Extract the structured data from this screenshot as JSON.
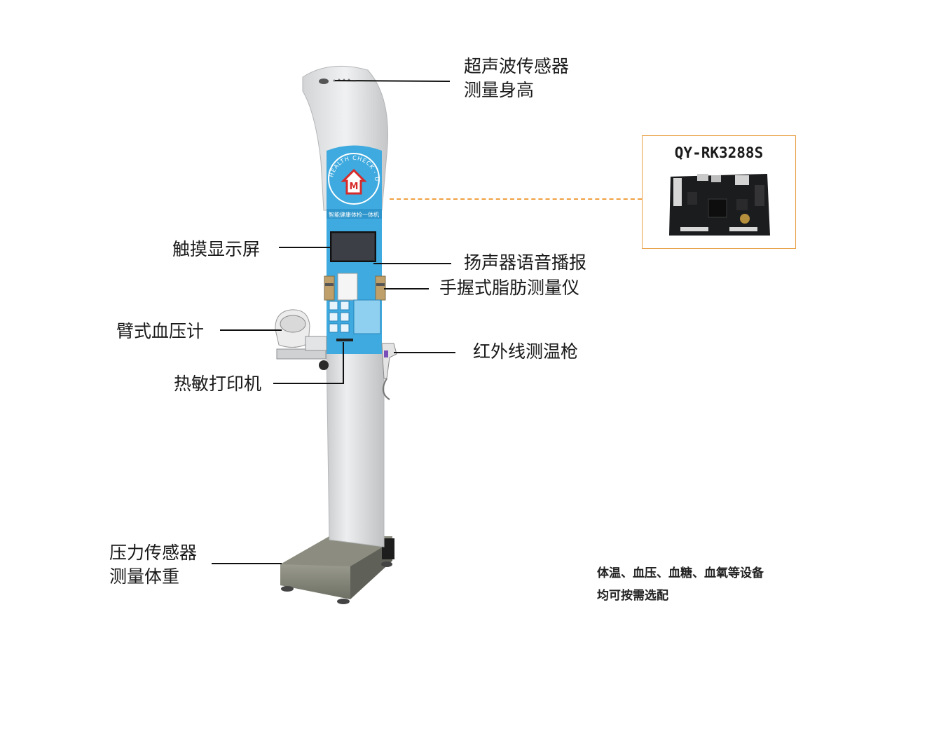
{
  "labels": {
    "ultrasonic": [
      "超声波传感器",
      "测量身高"
    ],
    "touchscreen": "触摸显示屏",
    "speaker": "扬声器语音播报",
    "fat_meter": "手握式脂肪测量仪",
    "bp_meter": "臂式血压计",
    "thermometer": "红外线测温枪",
    "printer": "热敏打印机",
    "pressure": [
      "压力传感器",
      "测量体重"
    ]
  },
  "board": {
    "model": "QY-RK3288S"
  },
  "note": [
    "体温、血压、血糖、血氧等设备",
    "均可按需选配"
  ],
  "device_printed_text": {
    "badge_arc": "HEALTH CHECK - UP",
    "product_name": "智能健康体检一体机"
  },
  "colors": {
    "panel_blue": "#3eaadf",
    "body_gray": "#dcdedf",
    "dash_orange": "#f0a040",
    "box_border": "#e8a24b"
  }
}
